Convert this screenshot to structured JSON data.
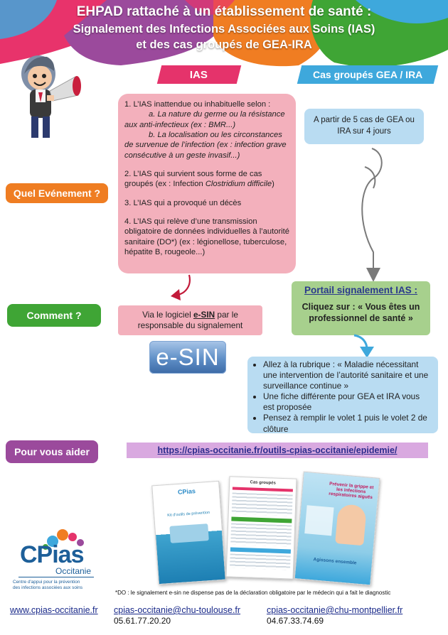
{
  "header": {
    "title_line1": "EHPAD rattaché à un établissement de santé :",
    "title_line2": "Signalement des Infections Associées aux Soins (IAS)",
    "title_line3": "et des cas groupés de GEA-IRA"
  },
  "tabs": {
    "ias": "IAS",
    "gea": "Cas groupés GEA / IRA"
  },
  "labels": {
    "quel_evenement": "Quel Evénement ?",
    "comment": "Comment ?",
    "pour_vous_aider": "Pour vous aider"
  },
  "ias_box": {
    "p1_intro": "1. L’IAS inattendue ou inhabituelle selon :",
    "p1_a": "a. La nature du germe ou la résistance aux anti-infectieux (ex : BMR...)",
    "p1_b": "b. La localisation ou les circonstances de survenue de l’infection (ex : infection grave consécutive à un geste invasif...)",
    "p2_prefix": "2. L’IAS qui survient sous forme de cas groupés (ex : Infection ",
    "p2_italic": "Clostridium difficile",
    "p2_suffix": ")",
    "p3": "3. L’IAS qui a provoqué un décès",
    "p4": "4. L’IAS qui relève d’une transmission obligatoire de données individuelles à l’autorité sanitaire (DO*) (ex : légionellose, tuberculose, hépatite B, rougeole...)"
  },
  "gea_box": {
    "text": "A partir de 5 cas de GEA ou IRA sur 4 jours"
  },
  "esin_box": {
    "prefix": "Via le logiciel ",
    "link": "e-SIN",
    "suffix": " par le responsable du signalement"
  },
  "esin_logo": {
    "text": "e-SIN"
  },
  "portail": {
    "title": "Portail signalement IAS :",
    "text": "Cliquez sur : « Vous êtes un professionnel de santé »"
  },
  "steps": {
    "items": [
      "Allez à la rubrique : « Maladie nécessitant une intervention de l’autorité sanitaire et une surveillance continue »",
      "Une fiche différente pour GEA et IRA vous est proposée",
      "Pensez à remplir le volet 1 puis le volet 2 de clôture"
    ]
  },
  "help_link": "https://cpias-occitanie.fr/outils-cpias-occitanie/epidemie/",
  "brochures": {
    "left_logo": "CPias",
    "left_title": "Kit d'outils de prévention",
    "middle_title": "Cas groupés",
    "right_title": "Prévenir la grippe et les infections respiratoires aiguës",
    "right_footer": "Agissons ensemble"
  },
  "cpias_logo": {
    "name": "CPias",
    "region": "Occitanie",
    "tagline_line1": "Centre d'appui pour la prévention",
    "tagline_line2": "des infections associées aux soins"
  },
  "footnote": "*DO : le signalement e-sin ne dispense pas de la déclaration obligatoire par le médecin qui a fait le diagnostic",
  "footer": {
    "site": "www.cpias-occitanie.fr",
    "email_toulouse": "cpias-occitanie@chu-toulouse.fr",
    "phone_toulouse": "05.61.77.20.20",
    "email_montpellier": "cpias-occitanie@chu-montpellier.fr",
    "phone_montpellier": "04.67.33.74.69"
  },
  "colors": {
    "pink": "#e5336b",
    "blue": "#3ea8dc",
    "orange": "#ef7d22",
    "green": "#3fa535",
    "purple": "#9b4a9c",
    "pink_light": "#f3b0bc",
    "blue_light": "#b9dcf2",
    "green_light": "#a7d08d",
    "purple_light": "#d9a9e0"
  }
}
